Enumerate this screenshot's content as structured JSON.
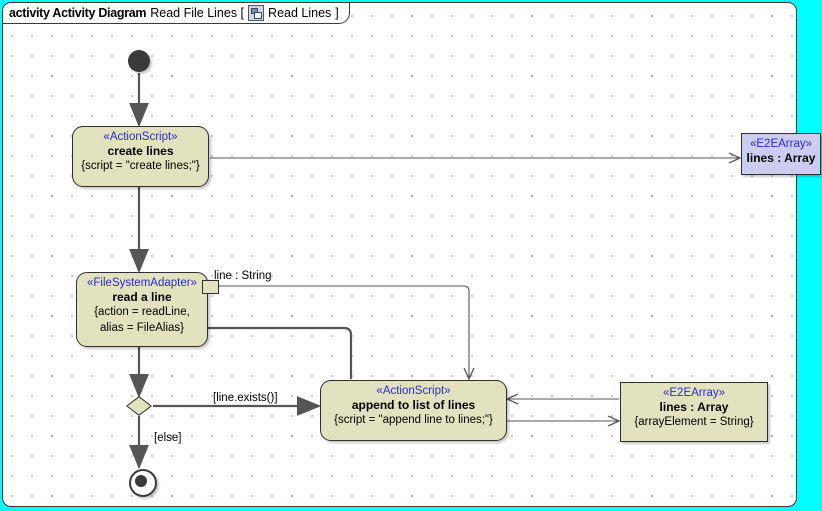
{
  "window": {
    "background_color": "#00ffff",
    "canvas_color": "#ffffff"
  },
  "title_bar": {
    "keyword": "activity Activity Diagram",
    "diagram_name": "Read File Lines [",
    "icon": "activity-diagram-icon",
    "context_name": "Read Lines",
    "bracket_close": "]"
  },
  "palette": {
    "action_fill": "#e2e2bf",
    "object_fill": "#ccccf0",
    "stereotype_color": "#2b2bd0",
    "border_color": "#2f2f2f",
    "edge_color": "#555555"
  },
  "nodes": {
    "initial": {
      "name": "initial-node"
    },
    "create_lines": {
      "stereotype": "«ActionScript»",
      "name": "create lines",
      "props": "{script = \"create lines;\"}"
    },
    "read_a_line": {
      "stereotype": "«FileSystemAdapter»",
      "name": "read a line",
      "props_line1": "{action = readLine,",
      "props_line2": "alias = FileAlias}"
    },
    "read_a_line_pin": {
      "label": "line : String"
    },
    "append_lines": {
      "stereotype": "«ActionScript»",
      "name": "append to list of lines",
      "props": "{script = \"append line to lines;\"}"
    },
    "lines_array_top": {
      "stereotype": "«E2EArray»",
      "name": "lines : Array"
    },
    "lines_array_bottom": {
      "stereotype": "«E2EArray»",
      "name": "lines : Array",
      "props": "{arrayElement = String}"
    },
    "decision": {
      "name": "decision-node"
    },
    "final": {
      "name": "activity-final-node"
    }
  },
  "edges": {
    "guard_exists": "[line.exists()]",
    "guard_else": "[else]"
  }
}
